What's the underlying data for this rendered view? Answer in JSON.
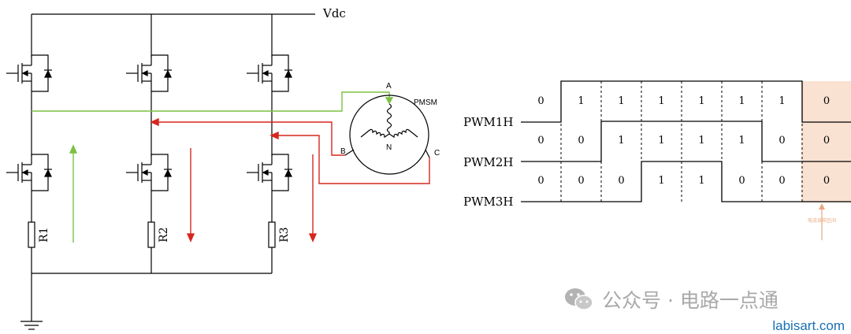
{
  "circuit": {
    "vdc_label": "Vdc",
    "motor_label": "PMSM",
    "phase_a": "A",
    "phase_b": "B",
    "phase_c": "C",
    "neutral": "N",
    "resistors": [
      "R1",
      "R2",
      "R3"
    ],
    "colors": {
      "wire": "#000000",
      "green_path": "#7cc043",
      "red_path": "#d7261e"
    }
  },
  "timing": {
    "signals": [
      {
        "name": "PWM1H",
        "states": [
          "0",
          "1",
          "1",
          "1",
          "1",
          "1",
          "1",
          "0"
        ]
      },
      {
        "name": "PWM2H",
        "states": [
          "0",
          "0",
          "1",
          "1",
          "1",
          "1",
          "0",
          "0"
        ]
      },
      {
        "name": "PWM3H",
        "states": [
          "0",
          "0",
          "0",
          "1",
          "1",
          "0",
          "0",
          "0"
        ]
      }
    ],
    "highlight_color": "#f9e2d2",
    "arrow_color": "#e8a87c"
  },
  "watermark": {
    "text": "公众号 · 电路一点通",
    "site": "labisart.com",
    "icon": "wechat-icon"
  }
}
